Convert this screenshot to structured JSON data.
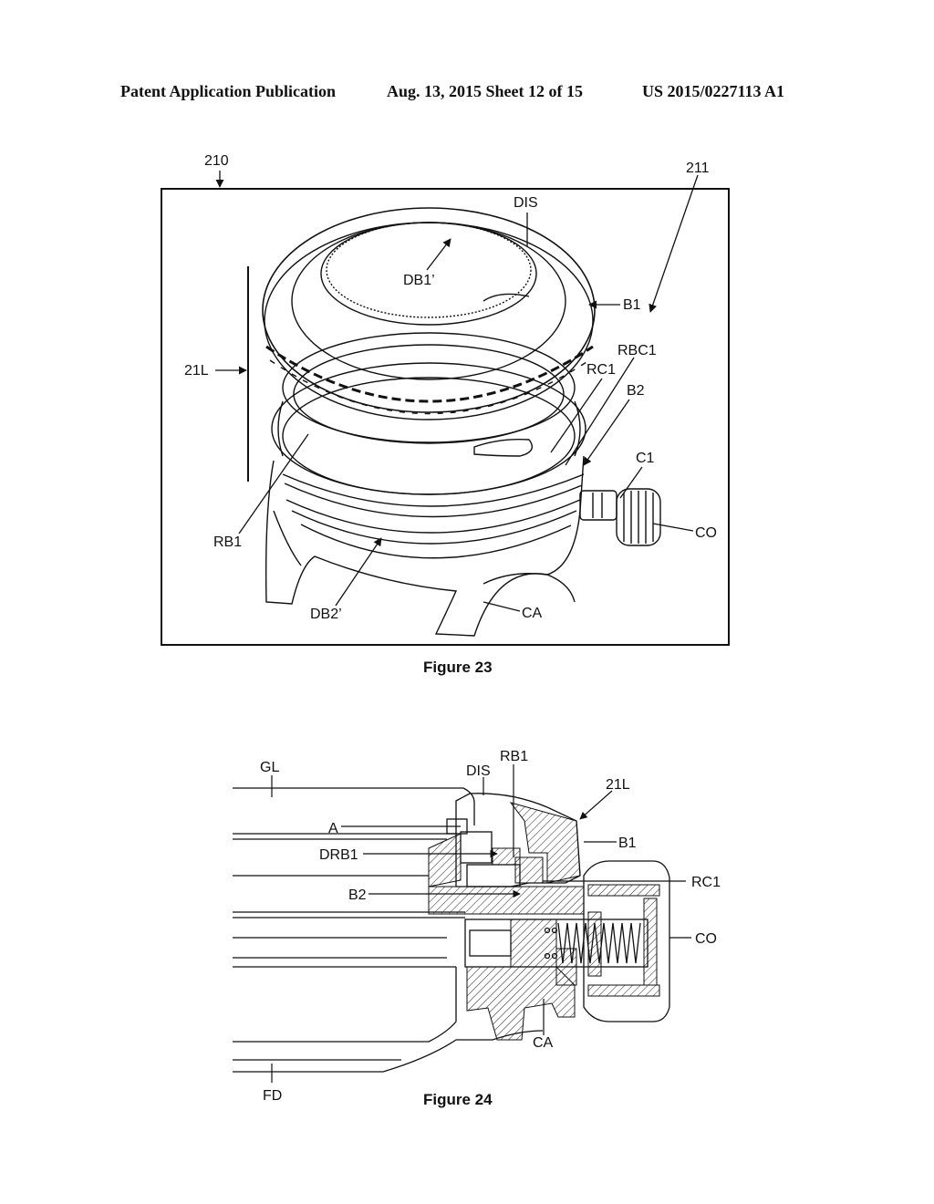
{
  "header": {
    "publication": "Patent Application Publication",
    "date_sheet": "Aug. 13, 2015  Sheet 12 of 15",
    "number": "US 2015/0227113 A1"
  },
  "figure23": {
    "caption": "Figure 23",
    "labels": {
      "ref_210": "210",
      "ref_211": "211",
      "DIS": "DIS",
      "DB1p": "DB1’",
      "B1": "B1",
      "L21": "21L",
      "RBC1": "RBC1",
      "RC1": "RC1",
      "B2": "B2",
      "C1": "C1",
      "CO": "CO",
      "RB1": "RB1",
      "DB2p": "DB2’",
      "CA": "CA"
    }
  },
  "figure24": {
    "caption": "Figure 24",
    "labels": {
      "GL": "GL",
      "DIS": "DIS",
      "RB1": "RB1",
      "L21": "21L",
      "A": "A",
      "B1": "B1",
      "DRB1": "DRB1",
      "B2": "B2",
      "RC1": "RC1",
      "CO": "CO",
      "CA": "CA",
      "FD": "FD"
    }
  }
}
